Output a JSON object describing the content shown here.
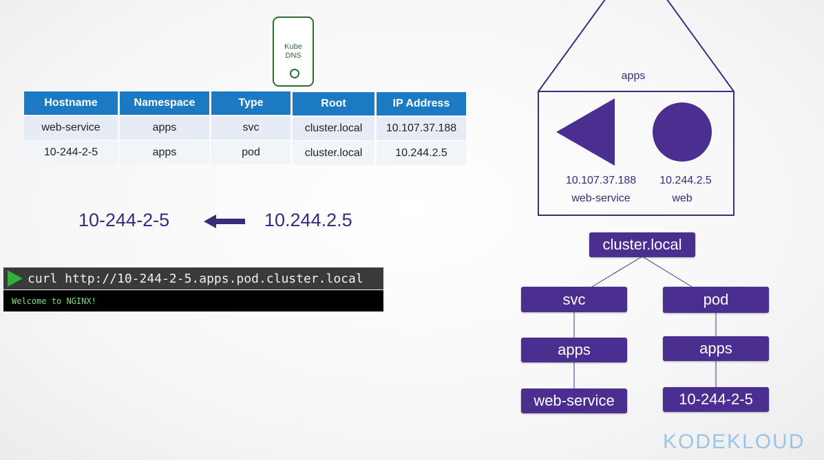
{
  "kube_dns": {
    "line1": "Kube",
    "line2": "DNS"
  },
  "left_table": {
    "headers": [
      "Hostname",
      "Namespace",
      "Type"
    ],
    "rows": [
      [
        "web-service",
        "apps",
        "svc"
      ],
      [
        "10-244-2-5",
        "apps",
        "pod"
      ]
    ]
  },
  "right_table": {
    "headers": [
      "Root",
      "IP Address"
    ],
    "rows": [
      [
        "cluster.local",
        "10.107.37.188"
      ],
      [
        "cluster.local",
        "10.244.2.5"
      ]
    ]
  },
  "conversion": {
    "hostname": "10-244-2-5",
    "ip": "10.244.2.5"
  },
  "terminal": {
    "command": "curl http://10-244-2-5.apps.pod.cluster.local",
    "output": "Welcome to NGINX!"
  },
  "namespace_house": {
    "label": "apps",
    "service": {
      "ip": "10.107.37.188",
      "name": "web-service"
    },
    "pod": {
      "ip": "10.244.2.5",
      "name": "web"
    }
  },
  "tree": {
    "root": "cluster.local",
    "left": {
      "type": "svc",
      "namespace": "apps",
      "leaf": "web-service"
    },
    "right": {
      "type": "pod",
      "namespace": "apps",
      "leaf": "10-244-2-5"
    }
  },
  "logo": "KODEKLOUD",
  "colors": {
    "table_header": "#1c7ac2",
    "purple": "#4a2e90",
    "kube_dns": "#2e6b2e",
    "terminal_prompt": "#2fb23a"
  }
}
